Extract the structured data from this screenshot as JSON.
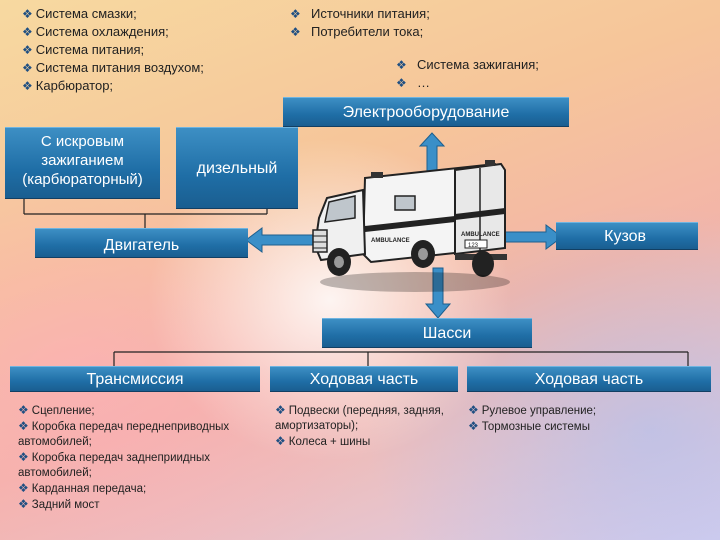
{
  "motor_systems": [
    "Система смазки;",
    "Система охлаждения;",
    "Система питания;",
    "Система питания воздухом;",
    "Карбюратор;"
  ],
  "power_items_left": [
    "Источники питания;",
    "Потребители тока;"
  ],
  "power_items_right": [
    "Система зажигания;",
    "…"
  ],
  "boxes": {
    "electro": "Электрооборудование",
    "spark": "С искровым зажиганием (карбюраторный)",
    "diesel": "дизельный",
    "engine": "Двигатель",
    "body": "Кузов",
    "chassis": "Шасси",
    "transmission": "Трансмиссия",
    "running1": "Ходовая часть",
    "running2": "Ходовая часть"
  },
  "transmission_items": [
    "Сцепление;",
    "Коробка передач переднеприводных автомобилей;",
    "Коробка передач заднеприидных автомобилей;",
    "Карданная передача;",
    "Задний мост"
  ],
  "running1_items": [
    "Подвески (передняя, задняя, амортизаторы);",
    "Колеса + шины"
  ],
  "running2_items": [
    "Рулевое управление;",
    "Тормозные системы"
  ],
  "vehicle_labels": {
    "side": "AMBULANCE",
    "rear": "AMBULANCE",
    "plate": "123"
  },
  "colors": {
    "box_blue": "#1f6ea6",
    "arrow_blue": "#2f86c0",
    "bullet": "#1f4f82"
  }
}
